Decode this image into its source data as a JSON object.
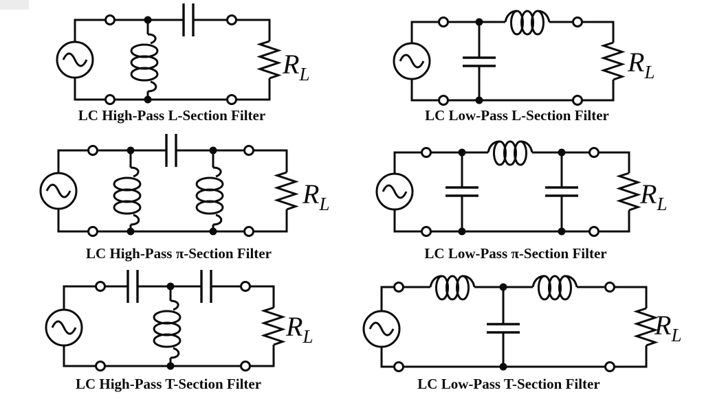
{
  "figure": {
    "background": "#ffffff",
    "ink": "#0b0b0b",
    "artifact_color": "#ececec"
  },
  "circuits": [
    {
      "key": "high-pass-l-section",
      "caption": "LC High-Pass L-Section Filter",
      "filter_type": "high-pass",
      "section": "L",
      "series_components": [
        "capacitor"
      ],
      "shunt_components": [
        "inductor"
      ],
      "source": "ac-sine-source",
      "load_label": {
        "symbol": "R",
        "subscript": "L"
      }
    },
    {
      "key": "low-pass-l-section",
      "caption": "LC Low-Pass L-Section Filter",
      "filter_type": "low-pass",
      "section": "L",
      "series_components": [
        "inductor"
      ],
      "shunt_components": [
        "capacitor"
      ],
      "source": "ac-sine-source",
      "load_label": {
        "symbol": "R",
        "subscript": "L"
      }
    },
    {
      "key": "high-pass-pi-section",
      "caption": "LC High-Pass π-Section Filter",
      "filter_type": "high-pass",
      "section": "π",
      "series_components": [
        "capacitor"
      ],
      "shunt_components": [
        "inductor",
        "inductor"
      ],
      "source": "ac-sine-source",
      "load_label": {
        "symbol": "R",
        "subscript": "L"
      }
    },
    {
      "key": "low-pass-pi-section",
      "caption": "LC Low-Pass π-Section Filter",
      "filter_type": "low-pass",
      "section": "π",
      "series_components": [
        "inductor"
      ],
      "shunt_components": [
        "capacitor",
        "capacitor"
      ],
      "source": "ac-sine-source",
      "load_label": {
        "symbol": "R",
        "subscript": "L"
      }
    },
    {
      "key": "high-pass-t-section",
      "caption": "LC High-Pass T-Section Filter",
      "filter_type": "high-pass",
      "section": "T",
      "series_components": [
        "capacitor",
        "capacitor"
      ],
      "shunt_components": [
        "inductor"
      ],
      "source": "ac-sine-source",
      "load_label": {
        "symbol": "R",
        "subscript": "L"
      }
    },
    {
      "key": "low-pass-t-section",
      "caption": "LC Low-Pass T-Section Filter",
      "filter_type": "low-pass",
      "section": "T",
      "series_components": [
        "inductor",
        "inductor"
      ],
      "shunt_components": [
        "capacitor"
      ],
      "source": "ac-sine-source",
      "load_label": {
        "symbol": "R",
        "subscript": "L"
      }
    }
  ]
}
